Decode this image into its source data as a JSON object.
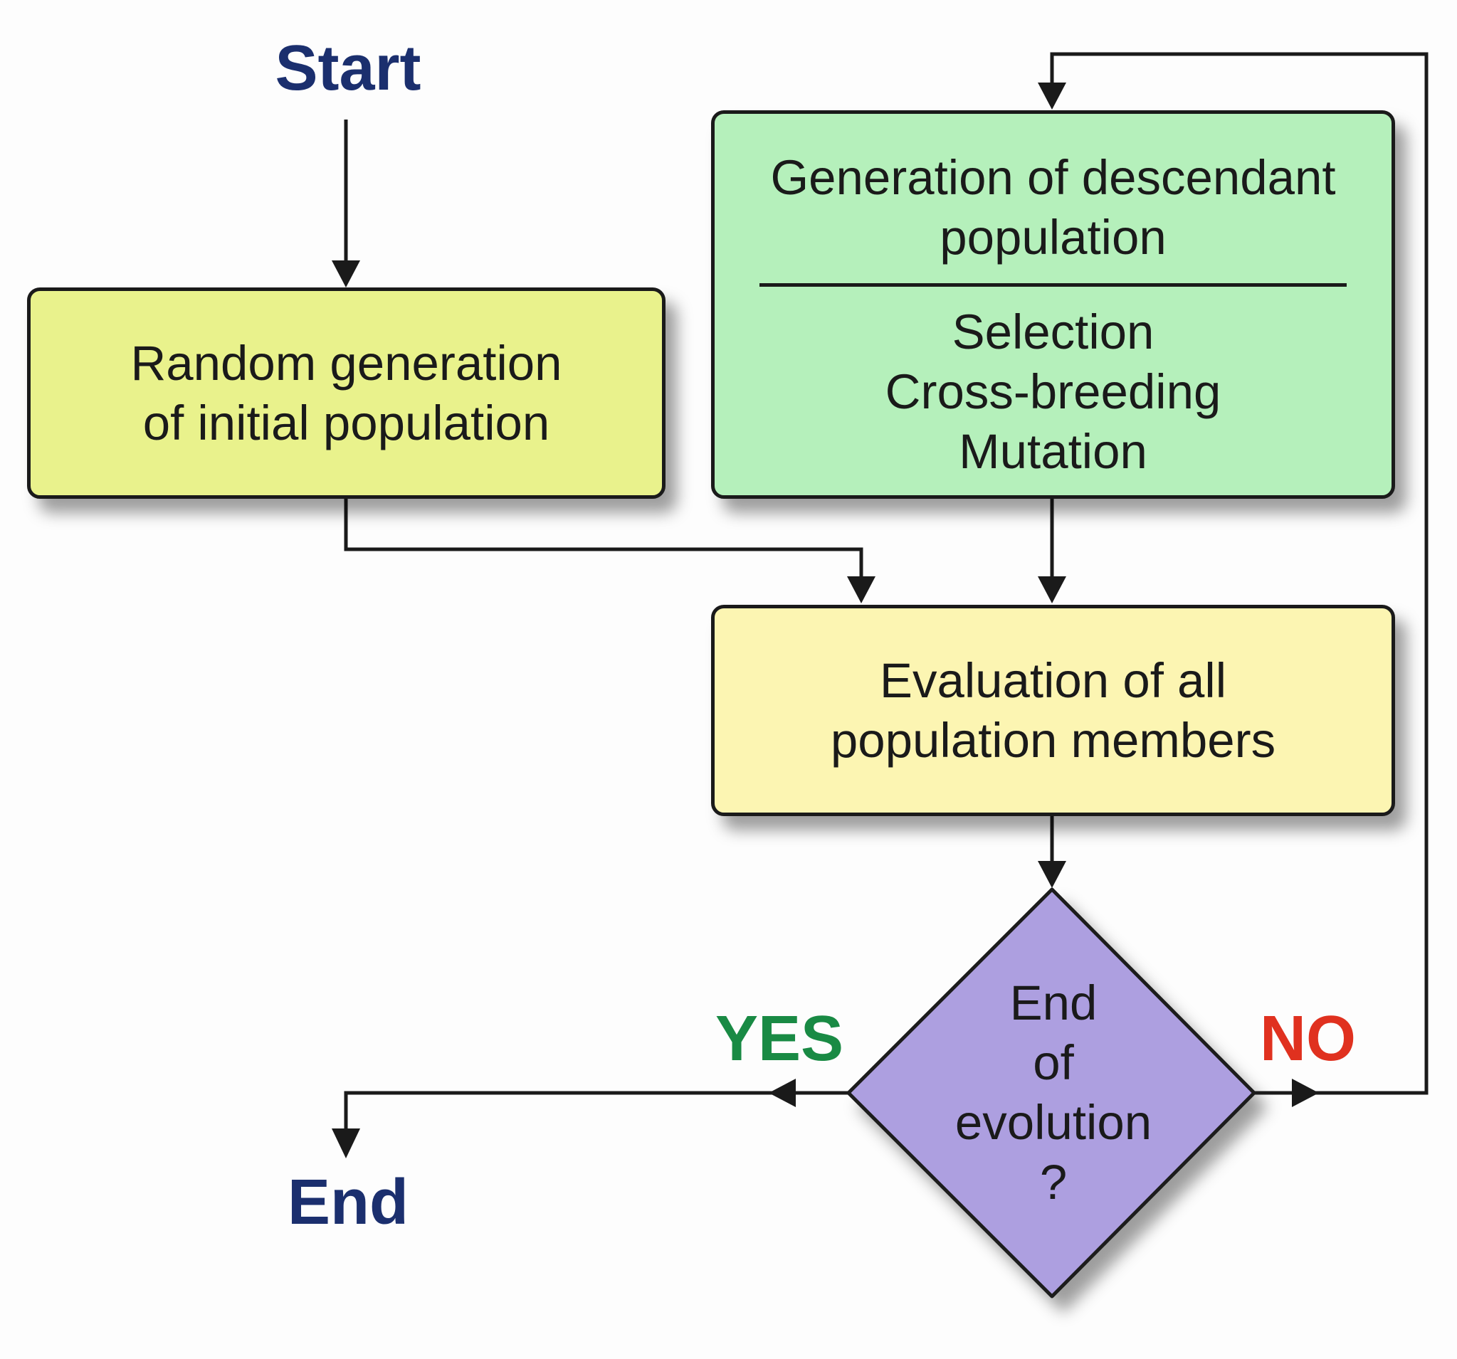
{
  "diagram": {
    "start": "Start",
    "end": "End",
    "init_box": {
      "lines": [
        "Random generation",
        "of initial population"
      ]
    },
    "generation_box": {
      "title_lines": [
        "Generation of descendant",
        "population"
      ],
      "operations": [
        "Selection",
        "Cross-breeding",
        "Mutation"
      ]
    },
    "evaluation_box": {
      "lines": [
        "Evaluation of all",
        "population members"
      ]
    },
    "decision": {
      "lines": [
        "End",
        "of",
        "evolution",
        "?"
      ]
    },
    "branches": {
      "yes": "YES",
      "no": "NO"
    },
    "colors": {
      "init_fill": "#e9f28c",
      "generation_fill": "#b5f0bb",
      "evaluation_fill": "#fcf5b2",
      "decision_fill": "#ad9fe0",
      "terminal_text": "#1b2f6e",
      "yes_text": "#198a44",
      "no_text": "#e0311f"
    }
  }
}
